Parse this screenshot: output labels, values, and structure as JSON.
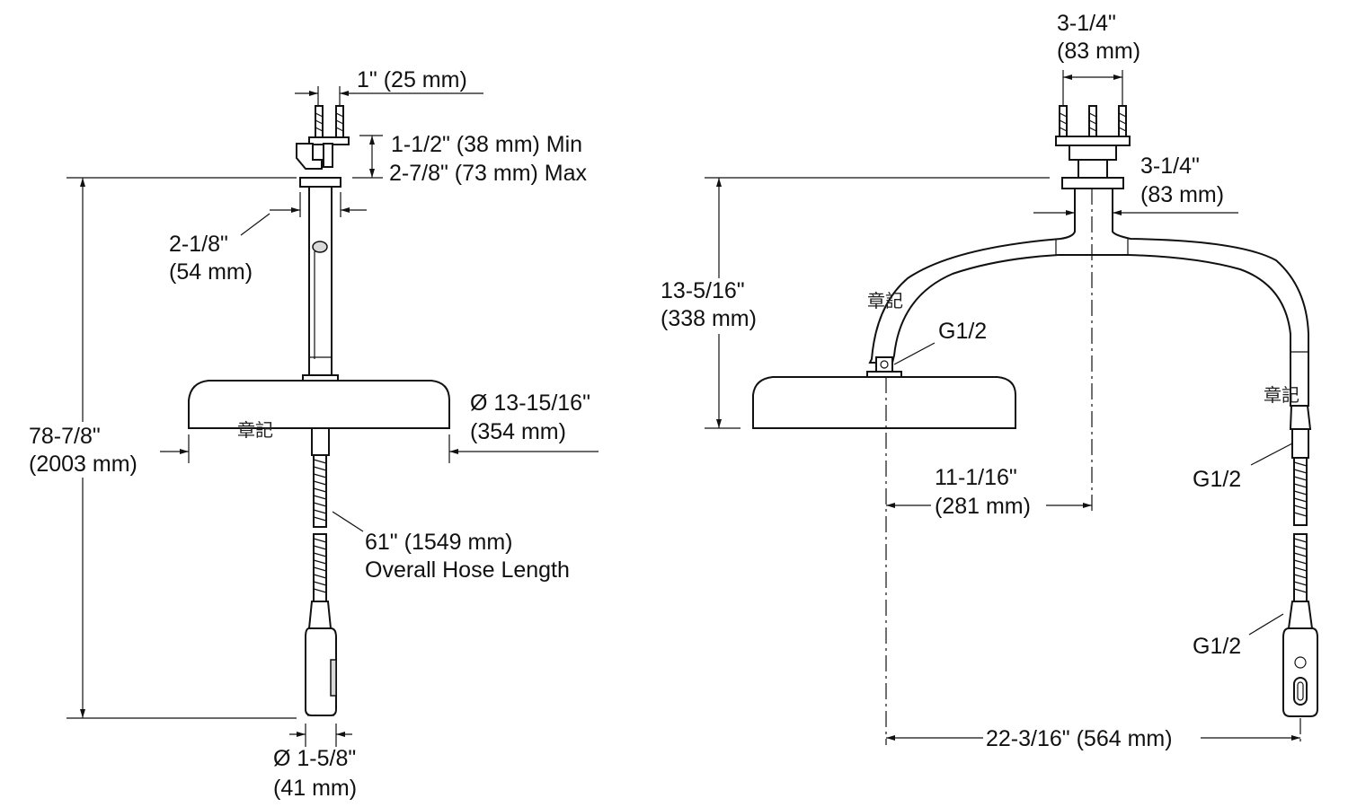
{
  "left_view": {
    "hole_spacing": "1\" (25 mm)",
    "mount_min": "1-1/2\" (38 mm) Min",
    "mount_max": "2-7/8\" (73 mm) Max",
    "pipe_dia_in": "2-1/8\"",
    "pipe_dia_mm": "(54 mm)",
    "head_dia_in": "Ø 13-15/16\"",
    "head_dia_mm": "(354 mm)",
    "height_in": "78-7/8\"",
    "height_mm": "(2003 mm)",
    "hose_length": "61\" (1549 mm)",
    "hose_label": "Overall Hose Length",
    "handshower_dia_in": "Ø 1-5/8\"",
    "handshower_dia_mm": "(41 mm)",
    "watermark": "章記"
  },
  "right_view": {
    "mount_width_in": "3-1/4\"",
    "mount_width_mm": "(83 mm)",
    "flange_in": "3-1/4\"",
    "flange_mm": "(83 mm)",
    "height_in": "13-5/16\"",
    "height_mm": "(338 mm)",
    "connector_head": "G1/2",
    "connector_hose_top": "G1/2",
    "connector_hose_bottom": "G1/2",
    "head_offset_in": "11-1/16\"",
    "head_offset_mm": "(281 mm)",
    "overall_width": "22-3/16\" (564 mm)",
    "watermark_1": "章記",
    "watermark_2": "章記"
  }
}
